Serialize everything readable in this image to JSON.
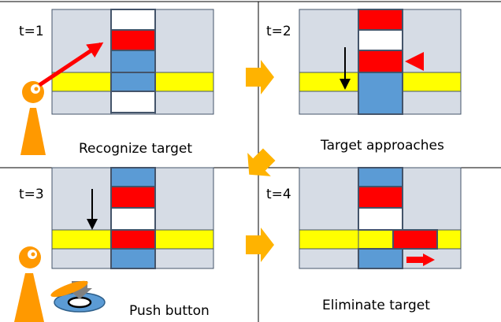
{
  "panels": [
    {
      "time_label": "t=1",
      "caption": "Recognize target"
    },
    {
      "time_label": "t=2",
      "caption": "Target approaches"
    },
    {
      "time_label": "t=3",
      "caption": "Push button"
    },
    {
      "time_label": "t=4",
      "caption": "Eliminate target"
    }
  ],
  "colors": {
    "grid_bg": "#D6DCE5",
    "grid_stroke": "#44546A",
    "column_blue": "#5B9BD5",
    "target_red": "#FF0000",
    "lane_yellow": "#FFFF00",
    "flow_arrow_orange": "#FFB300",
    "player_orange": "#FF9900",
    "button_gray": "#808080"
  },
  "icons": [
    "person-icon",
    "flow-arrow-icon",
    "down-arrow-icon",
    "sight-line-icon",
    "pointer-triangle-icon",
    "push-button-icon",
    "move-right-arrow-icon"
  ]
}
